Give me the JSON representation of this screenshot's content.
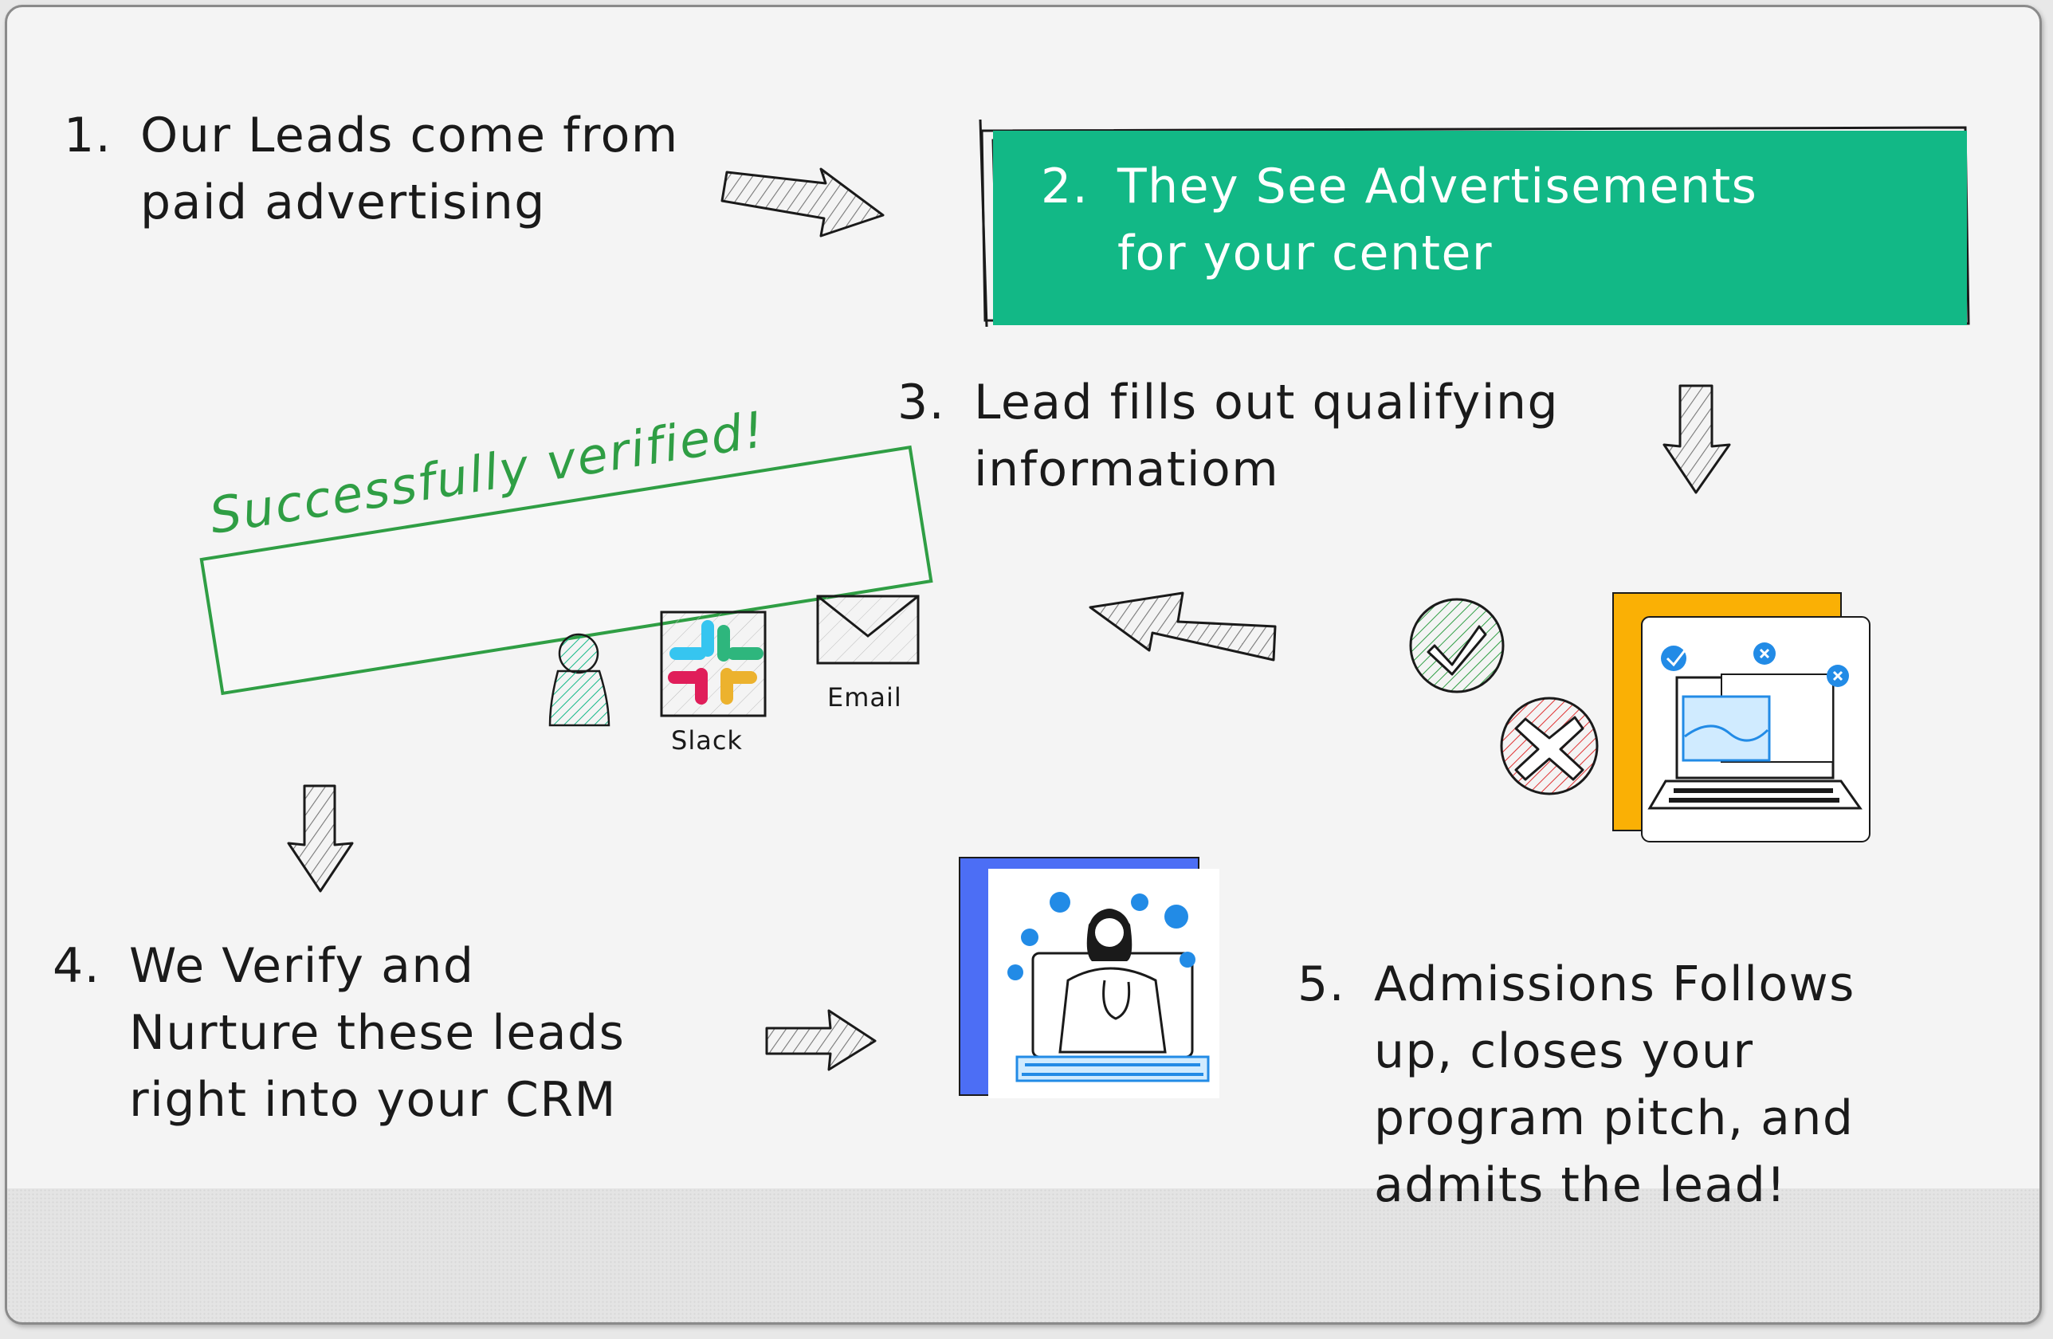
{
  "steps": {
    "step1": {
      "num": "1.",
      "text": "Our Leads come from\npaid advertising"
    },
    "step2": {
      "num": "2.",
      "text": "They See Advertisements\nfor your center"
    },
    "step3": {
      "num": "3.",
      "text": "Lead fills out qualifying\ninformatiom"
    },
    "step4": {
      "num": "4.",
      "text": "We Verify and\nNurture these leads\nright into your CRM"
    },
    "step5": {
      "num": "5.",
      "text": "Admissions Follows\nup, closes your\nprogram pitch, and\nadmits the lead!"
    }
  },
  "verification": {
    "stamp_text": "Successfully verified!"
  },
  "channels": {
    "slack_label": "Slack",
    "email_label": "Email"
  },
  "colors": {
    "accent_green": "#12b886",
    "stamp_green": "#2f9e44",
    "check_green": "#2f9e44",
    "reject_red": "#e03131",
    "card_orange": "#fab005",
    "card_blue": "#4c6ef5",
    "illustration_blue": "#228be6"
  },
  "icons": [
    "arrow-right-icon",
    "arrow-down-icon",
    "arrow-left-icon",
    "person-icon",
    "slack-icon",
    "email-icon",
    "check-circle-icon",
    "x-circle-icon",
    "form-review-illustration",
    "doctor-telehealth-illustration"
  ]
}
